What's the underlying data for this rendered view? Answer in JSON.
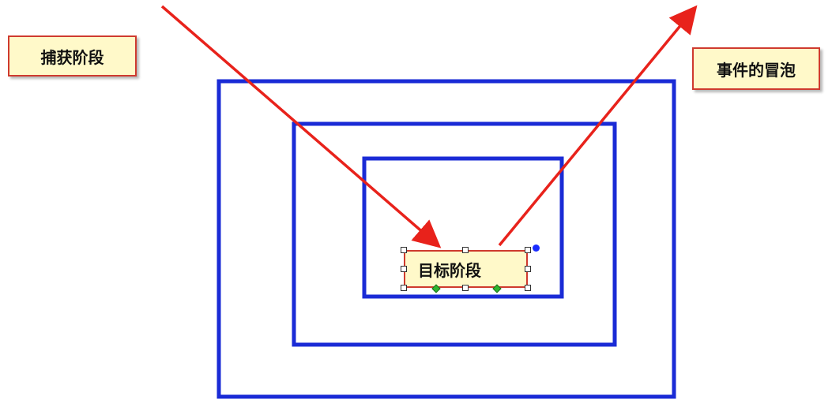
{
  "diagram": {
    "labels": {
      "capture": "捕获阶段",
      "bubble": "事件的冒泡",
      "target": "目标阶段"
    },
    "colors": {
      "nested_boxes": "#1a2bd6",
      "arrows": "#e8221b",
      "callout_fill": "#fff9c9",
      "callout_border": "#cf3a2e"
    },
    "nested_box_count": 3,
    "selected_shape": "目标阶段"
  }
}
